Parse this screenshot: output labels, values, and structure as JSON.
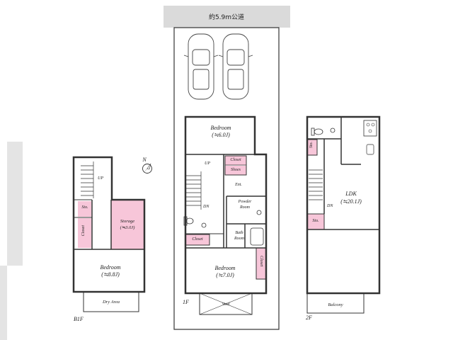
{
  "road_label": "約5.9m公道",
  "compass": "N",
  "floors": {
    "b1f": {
      "label": "B1F",
      "rooms": {
        "bedroom": "Bedroom",
        "bedroom_size": "(≒8.8J)",
        "storage": "Storage",
        "storage_size": "(≒3.0J)",
        "closet": "Closet",
        "sto": "Sto.",
        "dry_area": "Dry Area",
        "up": "UP"
      }
    },
    "f1": {
      "label": "1F",
      "rooms": {
        "bedroom_top": "Bedroom",
        "bedroom_top_size": "(≒6.0J)",
        "closet_top": "Closet",
        "shoes": "Shoes",
        "ent": "Ent.",
        "powder": "Powder",
        "powder2": "Room",
        "bath": "Bath",
        "bath2": "Room",
        "closet_left": "Closet",
        "closet_right": "Closet",
        "bedroom_bottom": "Bedroom",
        "bedroom_bottom_size": "(≒7.0J)",
        "void": "Void",
        "up": "UP",
        "dn": "DN"
      }
    },
    "f2": {
      "label": "2F",
      "rooms": {
        "ldk": "LDK",
        "ldk_size": "(≒20.1J)",
        "sto_top": "Sto.",
        "sto_left": "Sto.",
        "balcony": "Balcony",
        "dn": "DN"
      }
    }
  },
  "colors": {
    "storage_fill": "#f7c6d9",
    "road_fill": "#dadada",
    "wall": "#333333",
    "side_bar": "#e4e4e4"
  }
}
